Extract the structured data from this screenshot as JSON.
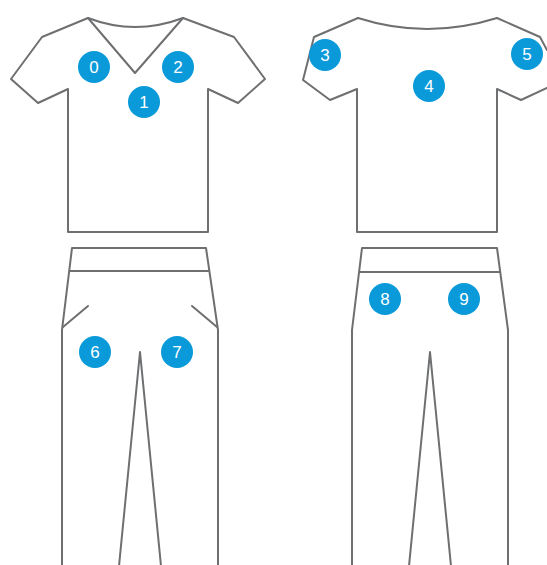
{
  "diagram": {
    "nodes": [
      {
        "text": [
          "0"
        ]
      },
      {
        "text": [
          "1"
        ]
      },
      {
        "text": [
          "2"
        ]
      },
      {
        "text": [
          "3"
        ]
      },
      {
        "text": [
          "4"
        ]
      },
      {
        "text": [
          "5"
        ]
      },
      {
        "text": [
          "6"
        ]
      },
      {
        "text": [
          "7"
        ]
      },
      {
        "text": [
          "8"
        ]
      },
      {
        "text": [
          "9"
        ]
      }
    ]
  }
}
